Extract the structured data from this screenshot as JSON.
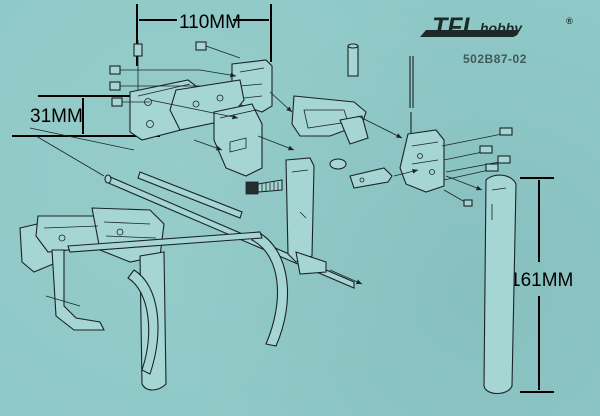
{
  "brand": {
    "tfl": "TFL",
    "hobby": "hobby",
    "reg": "®",
    "code": "502B87-02"
  },
  "dimensions": {
    "width": "110MM",
    "offset": "31MM",
    "height": "161MM"
  },
  "colors": {
    "paper": "#8fc9c7",
    "ink": "#1a2326",
    "part_fill": "#a6d6d4"
  }
}
